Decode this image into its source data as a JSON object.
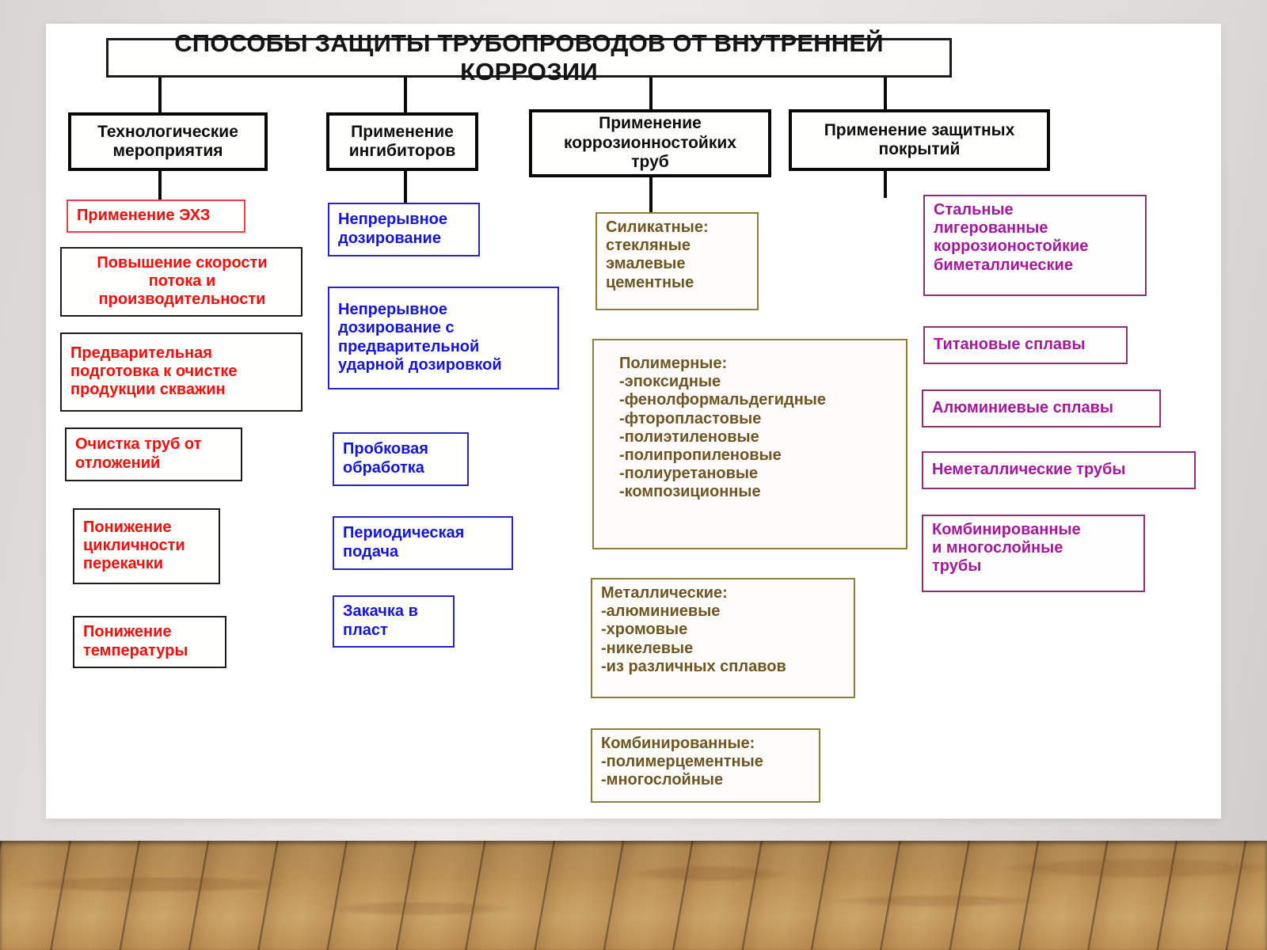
{
  "slide": {
    "title": "СПОСОБЫ ЗАЩИТЫ ТРУБОПРОВОДОВ ОТ ВНУТРЕННЕЙ КОРРОЗИИ",
    "colors": {
      "title_text": "#141414",
      "level2_text": "#0d0d0d",
      "column_1": "#fb0a0a",
      "column_2": "#1414e0",
      "column_3": "#6d5524",
      "column_4": "#a5189b",
      "floor": "#b98f55",
      "slide_background": "#ffffff"
    },
    "columns": [
      {
        "heading": "Технологические\nмероприятия",
        "items": [
          "Применение ЭХЗ",
          "Повышение скорости\nпотока и\nпроизводительности",
          "Предварительная\nподготовка к очистке\nпродукции скважин",
          "Очистка труб от\nотложений",
          "Понижение\nцикличности\nперекачки",
          "Понижение\nтемпературы"
        ]
      },
      {
        "heading": "Применение\nингибиторов",
        "items": [
          "Непрерывное\nдозирование",
          "Непрерывное\nдозирование с\nпредварительной\nударной дозировкой",
          "Пробковая\nобработка",
          "Периодическая\nподача",
          "Закачка в\nпласт"
        ]
      },
      {
        "heading": "Применение\nкоррозионностойких\nтруб",
        "items": [
          "Силикатные:\nстекляные\nэмалевые\nцементные",
          "Полимерные:\n-эпоксидные\n-фенолформальдегидные\n-фторопластовые\n-полиэтиленовые\n-полипропиленовые\n-полиуретановые\n-композиционные",
          "Металлические:\n-алюминиевые\n-хромовые\n-никелевые\n-из различных сплавов",
          "Комбинированные:\n-полимерцементные\n-многослойные"
        ]
      },
      {
        "heading": "Применение защитных\nпокрытий",
        "items": [
          "Стальные\nлигерованные\nкоррозионостойкие\nбиметаллические",
          "Титановые сплавы",
          "Алюминиевые сплавы",
          "Неметаллические  трубы",
          "Комбинированные\nи многослойные\nтрубы"
        ]
      }
    ]
  }
}
